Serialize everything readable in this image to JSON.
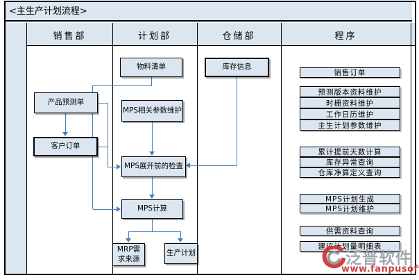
{
  "title": "<主生产计划流程>",
  "lanes": [
    "销售部",
    "计划部",
    "仓储部",
    "程序"
  ],
  "flow": {
    "product_forecast": "产品预测单",
    "customer_order": "客户订单",
    "bom": "物料清单",
    "mps_params": "MPS相关参数维护",
    "mps_precheck": "MPS展开前的检查",
    "mps_calc": "MPS计算",
    "mrp_source": "MRP需\n求来源",
    "production_plan": "生产计划",
    "inventory_info": "库存信息"
  },
  "programs": [
    "销售订单",
    "预测版本资料维护",
    "时栅资料维护",
    "工作日历维护",
    "主生计划参数维护",
    "累计提前天数计算",
    "库存异常查询",
    "仓库净算定义查询",
    "MPS计划生成",
    "MPS计划维护",
    "供需资料查询",
    "建议计划量明细表"
  ],
  "watermark": {
    "brand": "泛普软件",
    "url": "www.fanpusoft.com"
  },
  "colors": {
    "lane_fill": "#dce6f1",
    "box_fill": "#dce6f1",
    "connector_blue": "#4a7ebb",
    "watermark_red": "#c9302c",
    "watermark_gray": "#98a0a8"
  }
}
